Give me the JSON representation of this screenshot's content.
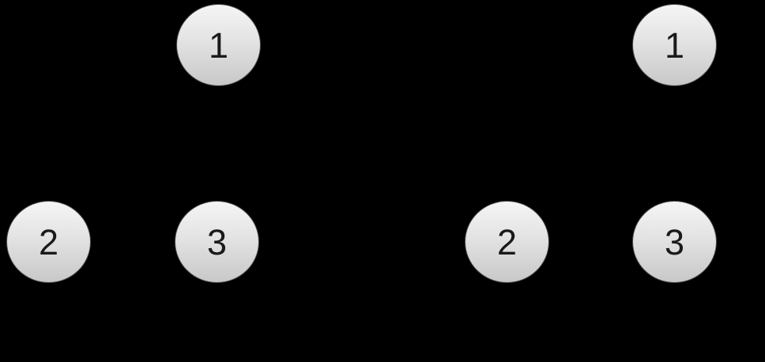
{
  "diagram": {
    "type": "tree",
    "description": "Two identical three-node trees: root node 1 above child nodes 2 and 3; no visible edges or captions",
    "trees": [
      {
        "name": "left-tree",
        "nodes": [
          {
            "label": "1"
          },
          {
            "label": "2"
          },
          {
            "label": "3"
          }
        ]
      },
      {
        "name": "right-tree",
        "nodes": [
          {
            "label": "1"
          },
          {
            "label": "2"
          },
          {
            "label": "3"
          }
        ]
      }
    ],
    "colors": {
      "background": "#000000",
      "node_fill_top": "#f5f5f5",
      "node_fill_bottom": "#c8c8c8",
      "node_border": "#4a4a4a",
      "node_text": "#1a1a1a"
    }
  }
}
